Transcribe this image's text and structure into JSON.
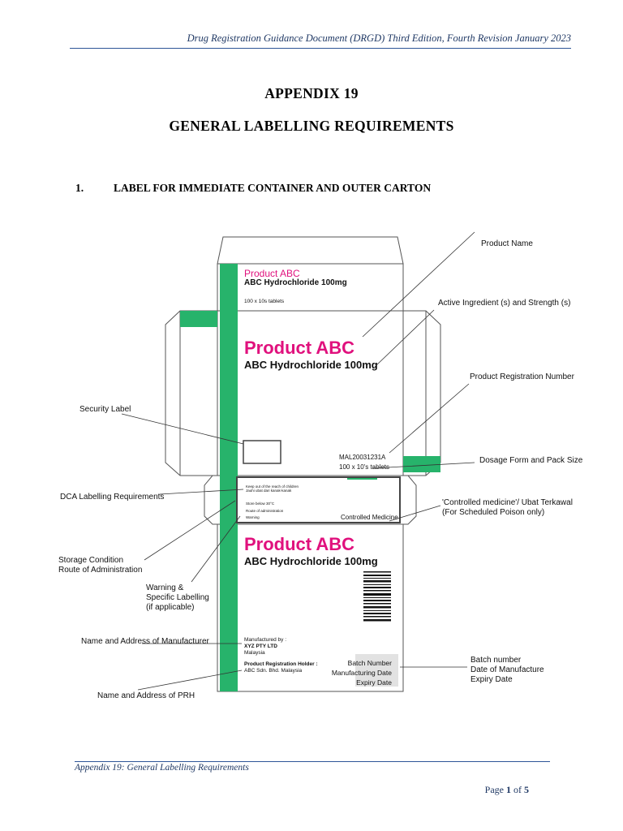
{
  "header": {
    "text": "Drug Registration Guidance Document (DRGD) Third Edition, Fourth Revision January 2023"
  },
  "titles": {
    "appendix": "APPENDIX 19",
    "main": "GENERAL LABELLING REQUIREMENTS"
  },
  "section": {
    "number": "1.",
    "title": "LABEL FOR IMMEDIATE CONTAINER AND OUTER CARTON"
  },
  "carton": {
    "top_flap": {
      "product": "Product ABC",
      "ingredient": "ABC Hydrochloride 100mg",
      "pack": "100 x 10s tablets"
    },
    "front": {
      "product": "Product ABC",
      "ingredient": "ABC Hydrochloride 100mg",
      "reg_no": "MAL20031231A",
      "pack": "100 x 10's tablets"
    },
    "side_panel": {
      "keep_out": "Keep out of the reach of children",
      "keep_out_ms": "Jauhi ubat dari kanak-kanak",
      "storage": "Store below 30°C",
      "route": "Route of administration",
      "warning": "Warning",
      "controlled": "Controlled Medicine"
    },
    "back": {
      "product": "Product ABC",
      "ingredient": "ABC Hydrochloride 100mg",
      "mfr_title": "Manufactured by :",
      "mfr_name": "XYZ PTY LTD",
      "mfr_country": "Malaysia",
      "prh_title": "Product Registration Holder :",
      "prh_name": "ABC Sdn. Bhd. Malaysia",
      "batch": "Batch Number",
      "mfg_date": "Manufacturing Date",
      "expiry": "Expiry Date"
    }
  },
  "callouts": {
    "product_name": "Product Name",
    "active_ingredient": "Active Ingredient (s) and Strength (s)",
    "reg_number": "Product Registration Number",
    "security_label": "Security Label",
    "dosage_form": "Dosage Form and Pack Size",
    "dca": "DCA Labelling Requirements",
    "controlled_1": "'Controlled medicine'/ Ubat Terkawal",
    "controlled_2": "(For Scheduled Poison only)",
    "storage_1": "Storage Condition",
    "storage_2": "Route of Administration",
    "warning_1": "Warning &",
    "warning_2": "Specific Labelling",
    "warning_3": "(if applicable)",
    "manufacturer": "Name and Address of Manufacturer",
    "batch_1": "Batch number",
    "batch_2": "Date of Manufacture",
    "batch_3": "Expiry Date",
    "prh": "Name and Address of PRH"
  },
  "colors": {
    "green": "#27b36b",
    "magenta": "#e0117d",
    "header_blue": "#1f3864"
  },
  "footer": {
    "text": "Appendix 19: General Labelling Requirements",
    "page_prefix": "Page",
    "page_current": "1",
    "page_of": "of",
    "page_total": "5"
  }
}
